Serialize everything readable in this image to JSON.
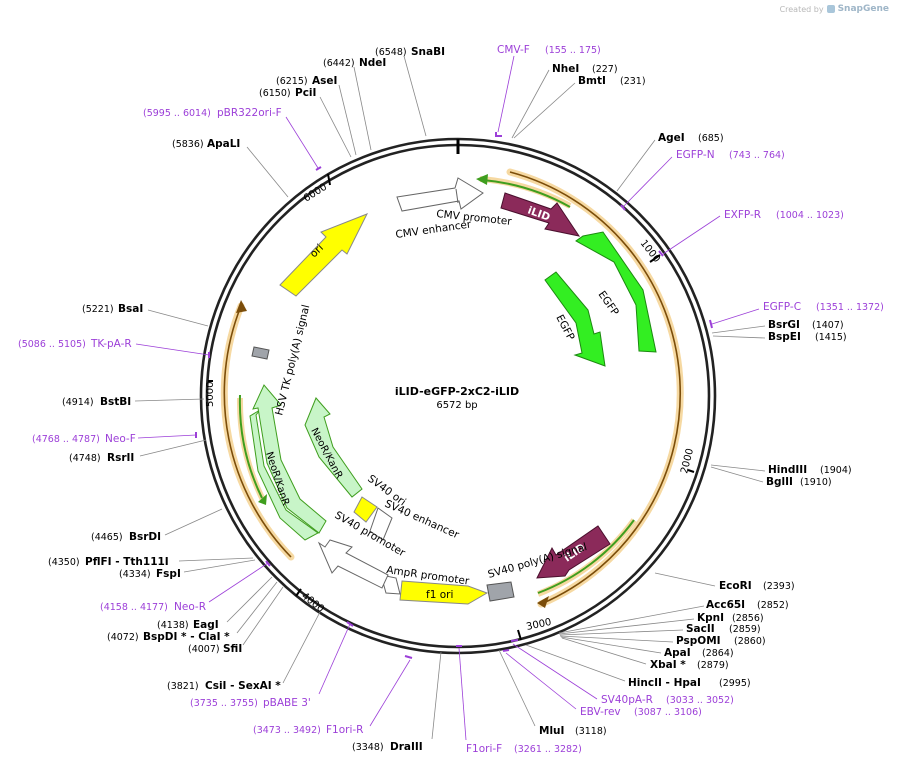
{
  "credit": {
    "text": "Created by",
    "brand": "SnapGene"
  },
  "plasmid": {
    "name": "iLID-eGFP-2xC2-iLID",
    "size_label": "6572 bp",
    "length": 6572
  },
  "ticks": [
    {
      "bp": 1000,
      "label": "1000"
    },
    {
      "bp": 2000,
      "label": "2000"
    },
    {
      "bp": 3000,
      "label": "3000"
    },
    {
      "bp": 4000,
      "label": "4000"
    },
    {
      "bp": 5000,
      "label": "5000"
    },
    {
      "bp": 6000,
      "label": "6000"
    }
  ],
  "sites": [
    {
      "name": "SnaBI",
      "pos": "(6548)",
      "bp": 6548
    },
    {
      "name": "NdeI",
      "pos": "(6442)",
      "bp": 6442
    },
    {
      "name": "AseI",
      "pos": "(6215)",
      "bp": 6215
    },
    {
      "name": "PciI",
      "pos": "(6150)",
      "bp": 6150
    },
    {
      "name": "ApaLI",
      "pos": "(5836)",
      "bp": 5836
    },
    {
      "name": "NheI",
      "pos": "(227)",
      "bp": 227
    },
    {
      "name": "BmtI",
      "pos": "(231)",
      "bp": 231
    },
    {
      "name": "AgeI",
      "pos": "(685)",
      "bp": 685
    },
    {
      "name": "BsrGI",
      "pos": "(1407)",
      "bp": 1407
    },
    {
      "name": "BspEI",
      "pos": "(1415)",
      "bp": 1415
    },
    {
      "name": "HindIII",
      "pos": "(1904)",
      "bp": 1904
    },
    {
      "name": "BglII",
      "pos": "(1910)",
      "bp": 1910
    },
    {
      "name": "EcoRI",
      "pos": "(2393)",
      "bp": 2393
    },
    {
      "name": "Acc65I",
      "pos": "(2852)",
      "bp": 2852
    },
    {
      "name": "KpnI",
      "pos": "(2856)",
      "bp": 2856
    },
    {
      "name": "SacII",
      "pos": "(2859)",
      "bp": 2859
    },
    {
      "name": "PspOMI",
      "pos": "(2860)",
      "bp": 2860
    },
    {
      "name": "ApaI",
      "pos": "(2864)",
      "bp": 2864
    },
    {
      "name": "XbaI *",
      "pos": "(2879)",
      "bp": 2879
    },
    {
      "name": "HincII  -  HpaI",
      "pos": "(2995)",
      "bp": 2995
    },
    {
      "name": "MluI",
      "pos": "(3118)",
      "bp": 3118
    },
    {
      "name": "DraIII",
      "pos": "(3348)",
      "bp": 3348
    },
    {
      "name": "CsiI  -  SexAI *",
      "pos": "(3821)",
      "bp": 3821
    },
    {
      "name": "SfiI",
      "pos": "(4007)",
      "bp": 4007
    },
    {
      "name": "BspDI *  -  ClaI *",
      "pos": "(4072)",
      "bp": 4072
    },
    {
      "name": "EagI",
      "pos": "(4138)",
      "bp": 4138
    },
    {
      "name": "FspI",
      "pos": "(4334)",
      "bp": 4334
    },
    {
      "name": "PflFI  -  Tth111I",
      "pos": "(4350)",
      "bp": 4350
    },
    {
      "name": "BsrDI",
      "pos": "(4465)",
      "bp": 4465
    },
    {
      "name": "RsrII",
      "pos": "(4748)",
      "bp": 4748
    },
    {
      "name": "BstBI",
      "pos": "(4914)",
      "bp": 4914
    },
    {
      "name": "BsaI",
      "pos": "(5221)",
      "bp": 5221
    }
  ],
  "primers": [
    {
      "name": "CMV-F",
      "pos": "(155 .. 175)",
      "bp": 165
    },
    {
      "name": "EGFP-N",
      "pos": "(743 .. 764)",
      "bp": 753
    },
    {
      "name": "EXFP-R",
      "pos": "(1004 .. 1023)",
      "bp": 1013
    },
    {
      "name": "EGFP-C",
      "pos": "(1351 .. 1372)",
      "bp": 1361
    },
    {
      "name": "SV40pA-R",
      "pos": "(3033 .. 3052)",
      "bp": 3042
    },
    {
      "name": "EBV-rev",
      "pos": "(3087 .. 3106)",
      "bp": 3096
    },
    {
      "name": "F1ori-F",
      "pos": "(3261 .. 3282)",
      "bp": 3271
    },
    {
      "name": "F1ori-R",
      "pos": "(3473 .. 3492)",
      "bp": 3482
    },
    {
      "name": "pBABE 3'",
      "pos": "(3735 .. 3755)",
      "bp": 3745
    },
    {
      "name": "Neo-R",
      "pos": "(4158 .. 4177)",
      "bp": 4167
    },
    {
      "name": "Neo-F",
      "pos": "(4768 .. 4787)",
      "bp": 4777
    },
    {
      "name": "TK-pA-R",
      "pos": "(5086 .. 5105)",
      "bp": 5095
    },
    {
      "name": "pBR322ori-F",
      "pos": "(5995 .. 6014)",
      "bp": 6004
    }
  ],
  "features": [
    {
      "name": "CMV enhancer",
      "color": "#ffffff"
    },
    {
      "name": "CMV promoter",
      "color": "#ffffff"
    },
    {
      "name": "iLID",
      "color": "#8b2a5a"
    },
    {
      "name": "EGFP",
      "color": "#33ee22"
    },
    {
      "name": "EGFP",
      "color": "#33ee22"
    },
    {
      "name": "iLID",
      "color": "#8b2a5a"
    },
    {
      "name": "SV40 poly(A) signal",
      "color": "#a0a4aa"
    },
    {
      "name": "f1 ori",
      "color": "#ffff00"
    },
    {
      "name": "AmpR promoter",
      "color": "#ffffff"
    },
    {
      "name": "SV40 promoter",
      "color": "#ffffff"
    },
    {
      "name": "SV40 ori",
      "color": "#ffff00"
    },
    {
      "name": "SV40 enhancer",
      "color": "#ffffff"
    },
    {
      "name": "NeoR/KanR",
      "color": "#c8f5c8"
    },
    {
      "name": "NeoR/KanR",
      "color": "#c8f5c8"
    },
    {
      "name": "HSV TK poly(A) signal",
      "color": "#a0a4aa"
    },
    {
      "name": "ori",
      "color": "#ffff00"
    }
  ],
  "colors": {
    "backbone": "#222222",
    "primer": "#9c3fd8",
    "orf_outline": "#f2c57a",
    "orf_arrow_dark": "#8a5a12",
    "orf_arrow_green": "#3f9e1e"
  }
}
